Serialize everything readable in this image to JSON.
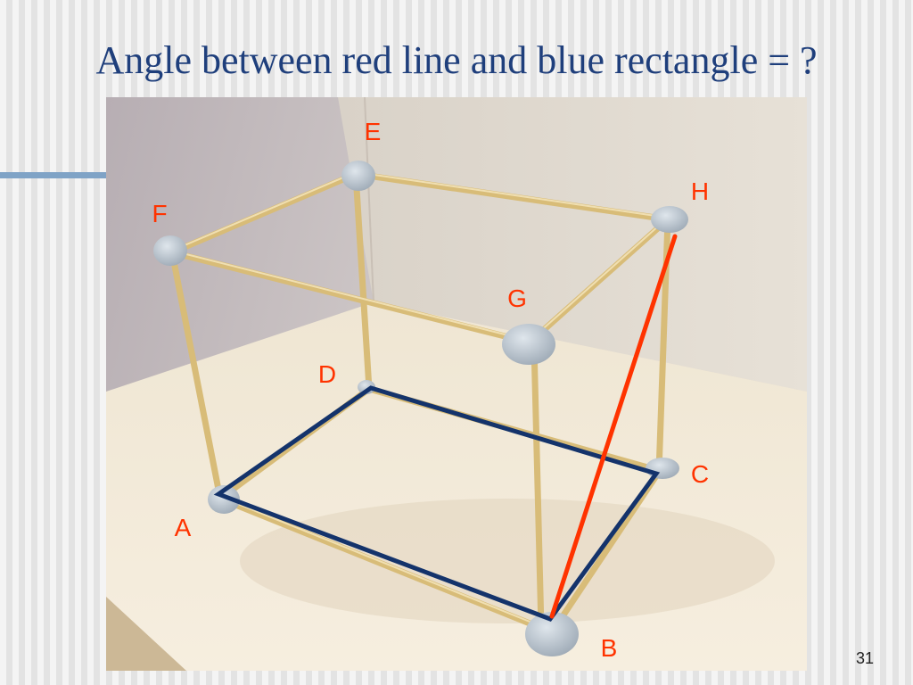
{
  "slide": {
    "title": "Angle between red line and blue rectangle = ?",
    "page_number": "31"
  },
  "colors": {
    "title": "#1f3f7c",
    "label_text": "#ff3300",
    "red_line": "#ff3300",
    "blue_rectangle": "#14336b",
    "sticks": "#e9d29b",
    "joints": "#b9c4ce",
    "accent_bar": "#7fa3c6"
  },
  "vertices": {
    "A": "A",
    "B": "B",
    "C": "C",
    "D": "D",
    "E": "E",
    "F": "F",
    "G": "G",
    "H": "H"
  }
}
